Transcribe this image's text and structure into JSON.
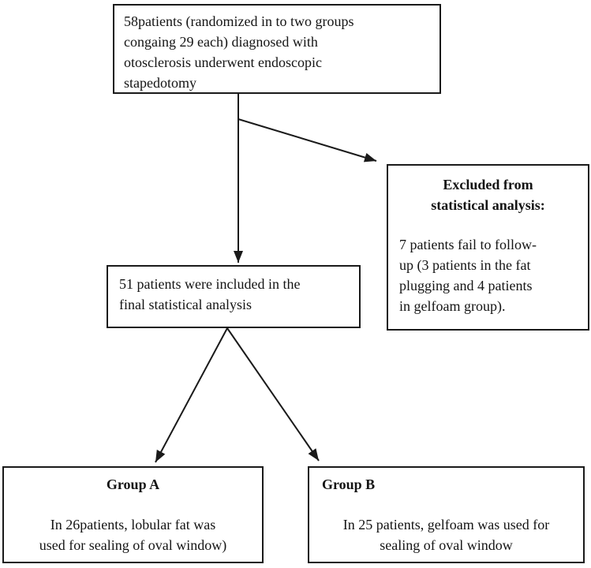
{
  "figure": {
    "type": "flowchart",
    "boxes": {
      "enrollment": {
        "text": "58patients (randomized in to two groups\ncongaing 29 each) diagnosed with\notosclerosis underwent endoscopic\nstapedotomy"
      },
      "excluded": {
        "title": "Excluded from\nstatistical analysis:",
        "body": "7 patients fail to follow-\nup (3 patients in the fat\nplugging and 4 patients\nin gelfoam group)."
      },
      "included": {
        "text": "51 patients were included in the\nfinal statistical analysis"
      },
      "group_a": {
        "title": "Group A",
        "body": "In 26patients, lobular fat was\nused for sealing of oval window)"
      },
      "group_b": {
        "title": "Group B",
        "body": "In 25 patients, gelfoam was used for\nsealing of oval window"
      }
    },
    "colors": {
      "background": "#ffffff",
      "box_border": "#1a1a1a",
      "text": "#141414",
      "arrow": "#1a1a1a"
    }
  }
}
